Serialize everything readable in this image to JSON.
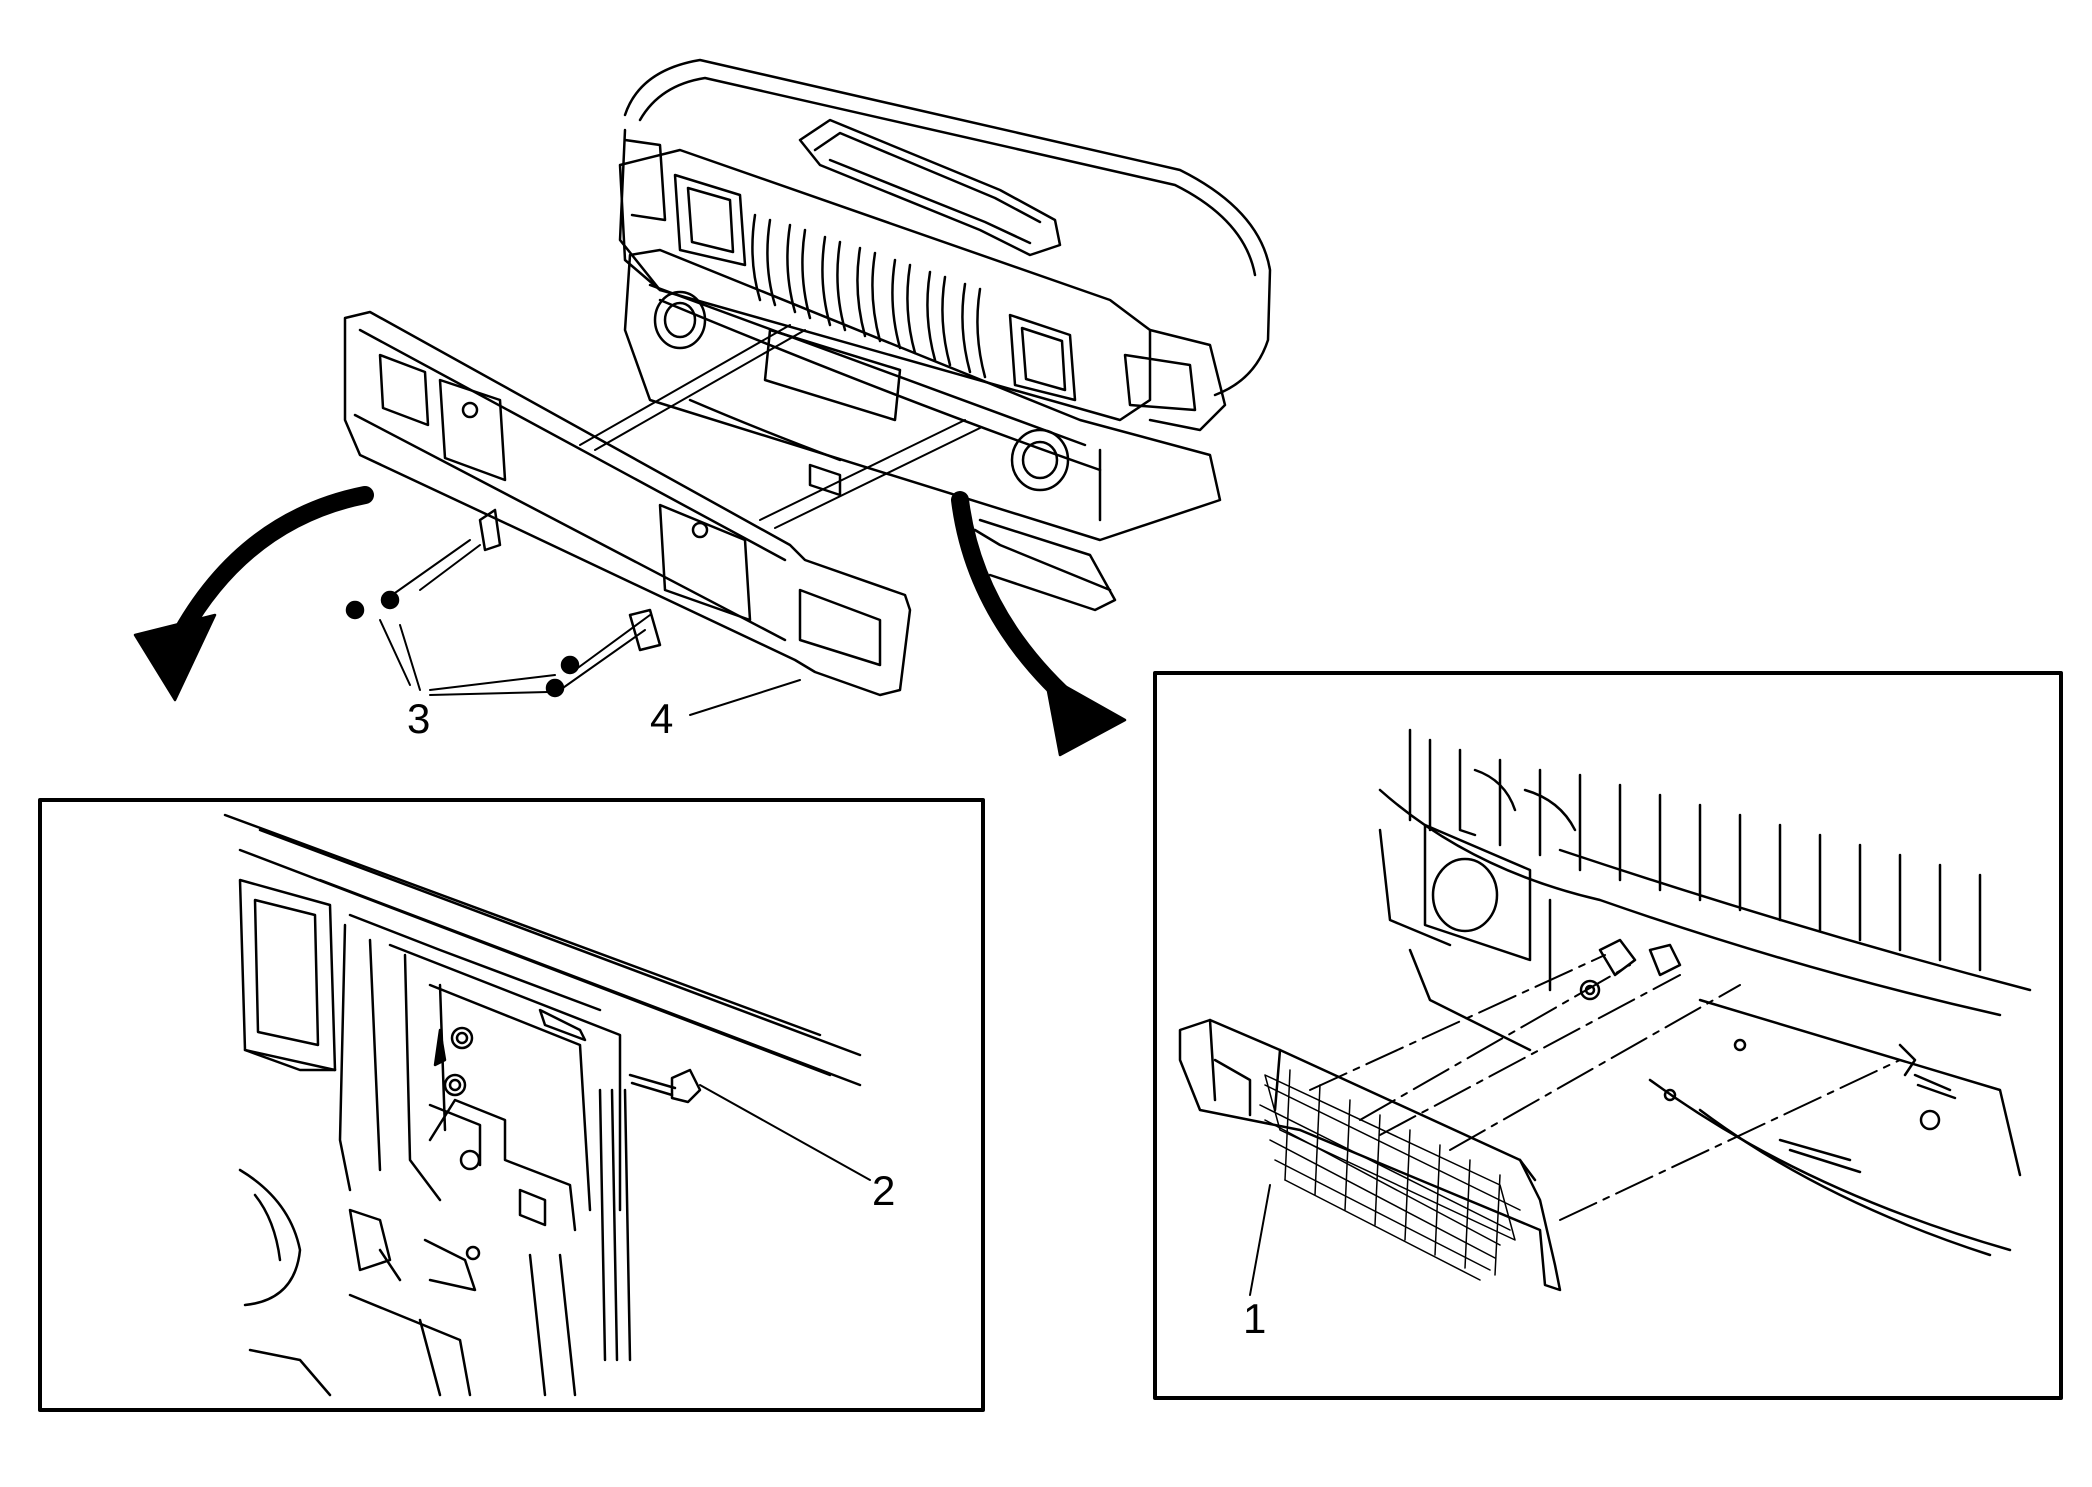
{
  "callouts": {
    "c1": "1",
    "c2": "2",
    "c3": "3",
    "c4": "4"
  },
  "colors": {
    "ink": "#000000",
    "paper": "#ffffff"
  },
  "parts": [
    {
      "number": "1",
      "icon": "grille-mesh-insert"
    },
    {
      "number": "2",
      "icon": "bolt"
    },
    {
      "number": "3",
      "icon": "fasteners"
    },
    {
      "number": "4",
      "icon": "lower-grille-panel"
    }
  ]
}
